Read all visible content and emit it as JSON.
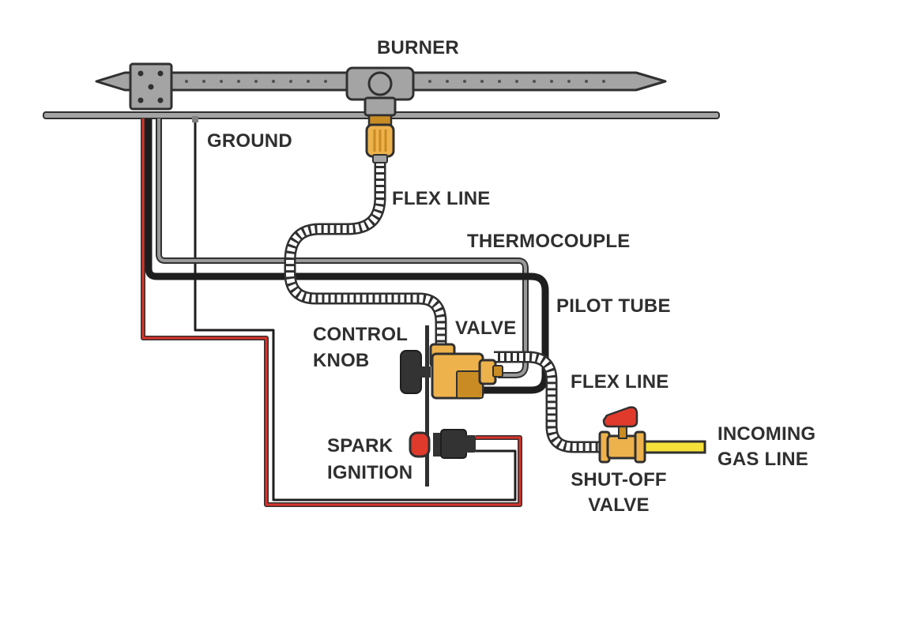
{
  "labels": {
    "burner": "BURNER",
    "ground": "GROUND",
    "flex_line_top": "FLEX LINE",
    "thermocouple": "THERMOCOUPLE",
    "pilot_tube": "PILOT TUBE",
    "control_knob_1": "CONTROL",
    "control_knob_2": "KNOB",
    "valve": "VALVE",
    "flex_line_bottom": "FLEX LINE",
    "incoming_1": "INCOMING",
    "incoming_2": "GAS LINE",
    "spark_1": "SPARK",
    "spark_2": "IGNITION",
    "shutoff_1": "SHUT-OFF",
    "shutoff_2": "VALVE"
  },
  "colors": {
    "metal": "#a4a4a4",
    "outline": "#303030",
    "wire_black": "#1e1e1e",
    "wire_red": "#d9332b",
    "wire_gray": "#999999",
    "brass": "#eeb24c",
    "brass_dark": "#c98c24",
    "gas_line": "#f6e03a",
    "knob": "#333333",
    "handle_red": "#e03a2c"
  }
}
